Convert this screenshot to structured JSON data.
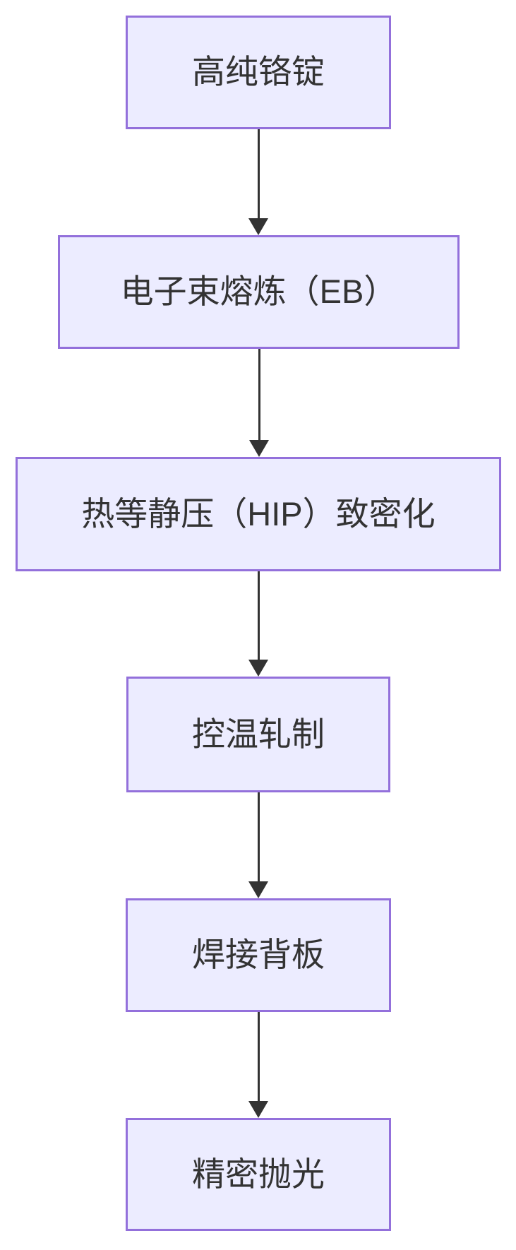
{
  "diagram": {
    "type": "flowchart",
    "direction": "top-down",
    "colors": {
      "node_fill": "#ECECFF",
      "node_border": "#9370DB",
      "text": "#333333",
      "arrow": "#333333",
      "background": "#FFFFFF"
    },
    "nodes": [
      {
        "id": "high-purity-chromium-ingot",
        "label": "高纯铬锭"
      },
      {
        "id": "electron-beam-melting",
        "label": "电子束熔炼（EB）"
      },
      {
        "id": "hip-densification",
        "label": "热等静压（HIP）致密化"
      },
      {
        "id": "temperature-controlled-rolling",
        "label": "控温轧制"
      },
      {
        "id": "backing-plate-welding",
        "label": "焊接背板"
      },
      {
        "id": "precision-polishing",
        "label": "精密抛光"
      }
    ],
    "edges": [
      {
        "from": "high-purity-chromium-ingot",
        "to": "electron-beam-melting"
      },
      {
        "from": "electron-beam-melting",
        "to": "hip-densification"
      },
      {
        "from": "hip-densification",
        "to": "temperature-controlled-rolling"
      },
      {
        "from": "temperature-controlled-rolling",
        "to": "backing-plate-welding"
      },
      {
        "from": "backing-plate-welding",
        "to": "precision-polishing"
      }
    ]
  }
}
